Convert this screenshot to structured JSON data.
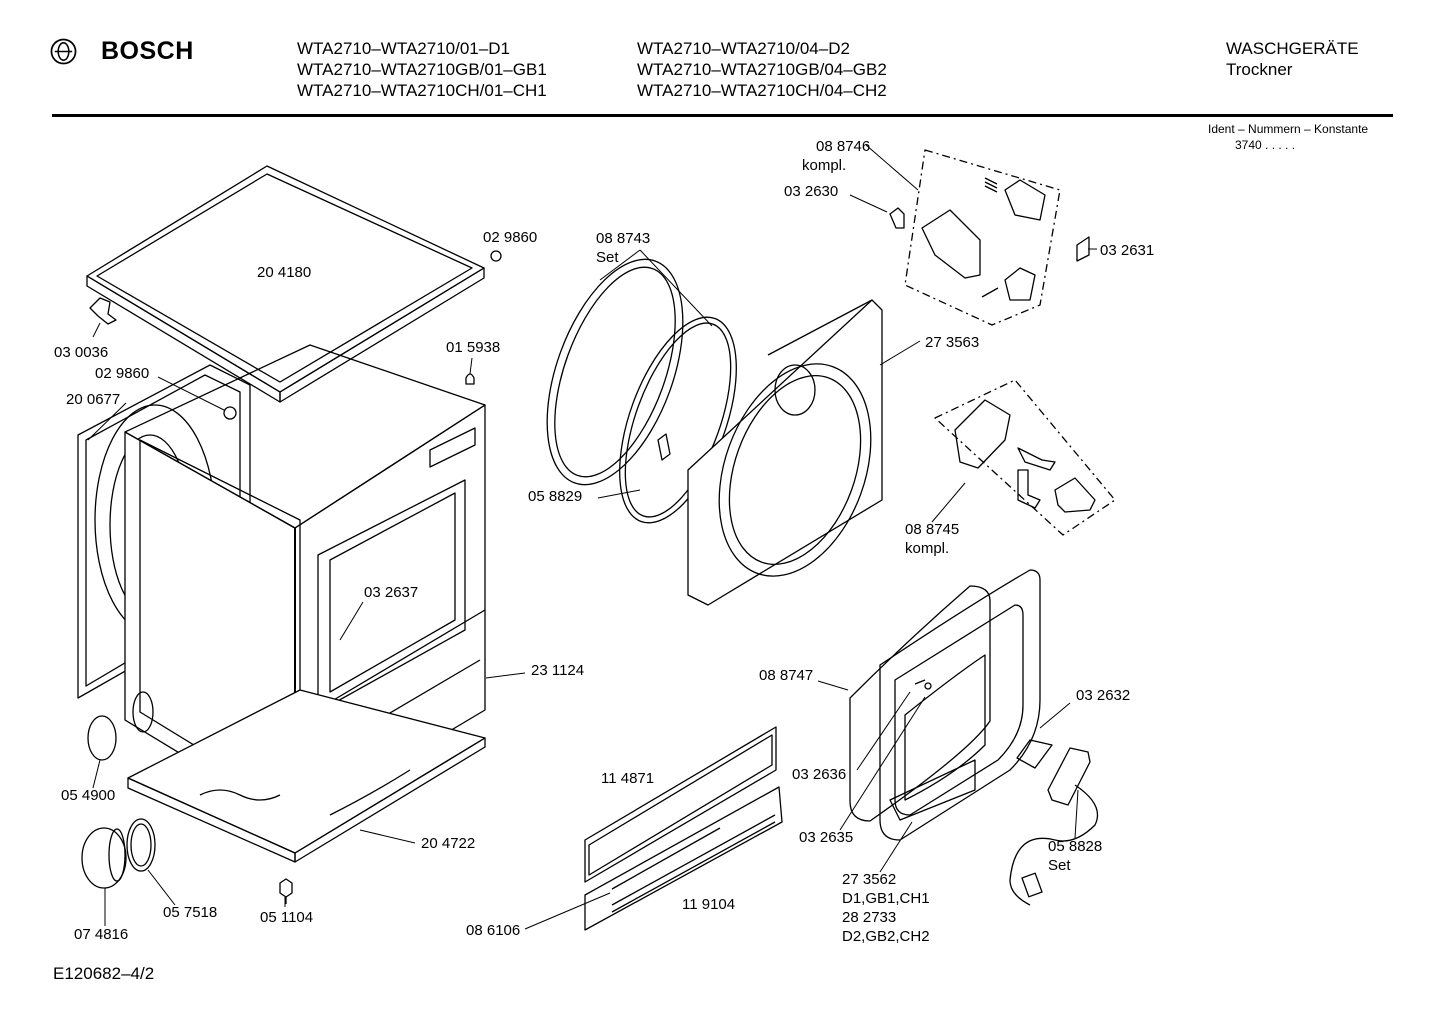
{
  "header": {
    "brand": "BOSCH",
    "models_col1": [
      "WTA2710–WTA2710/01–D1",
      "WTA2710–WTA2710GB/01–GB1",
      "WTA2710–WTA2710CH/01–CH1"
    ],
    "models_col2": [
      "WTA2710–WTA2710/04–D2",
      "WTA2710–WTA2710GB/04–GB2",
      "WTA2710–WTA2710CH/04–CH2"
    ],
    "category": "WASCHGERÄTE",
    "subcategory": "Trockner"
  },
  "ident": {
    "title": "Ident – Nummern – Konstante",
    "value": "3740 . . . . ."
  },
  "parts": {
    "p204180": "20 4180",
    "p029860a": "02 9860",
    "p030036": "03 0036",
    "p029860b": "02 9860",
    "p200677": "20 0677",
    "p015938": "01 5938",
    "p032637": "03 2637",
    "p231124": "23 1124",
    "p054900": "05 4900",
    "p204722": "20 4722",
    "p074816": "07 4816",
    "p057518": "05 7518",
    "p051104": "05 1104",
    "p088743": [
      "08 8743",
      "Set"
    ],
    "p058829": "05 8829",
    "p088746": [
      "08 8746",
      "kompl."
    ],
    "p032630": "03 2630",
    "p032631": "03 2631",
    "p273563": "27 3563",
    "p088745": [
      "08 8745",
      "kompl."
    ],
    "p088747": "08 8747",
    "p032632": "03 2632",
    "p032636": "03 2636",
    "p032635": "03 2635",
    "p058828": [
      "05 8828",
      "Set"
    ],
    "p273562": [
      "27 3562",
      "D1,GB1,CH1",
      "28 2733",
      "D2,GB2,CH2"
    ],
    "p114871": "11 4871",
    "p119104": "11 9104",
    "p086106": "08 6106"
  },
  "footer": {
    "code": "E120682–4/2"
  }
}
